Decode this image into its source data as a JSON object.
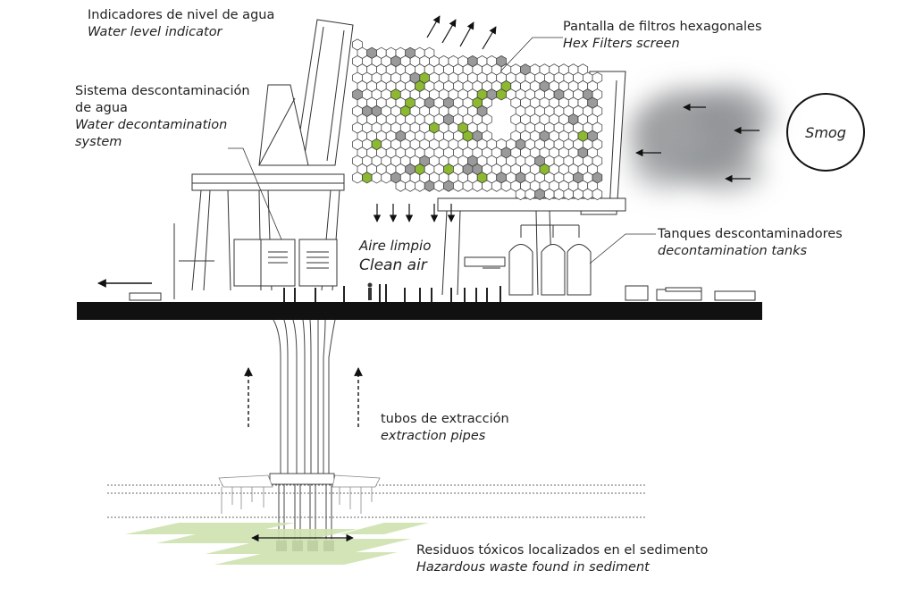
{
  "labels": {
    "water_level": {
      "es": "Indicadores de nivel de agua",
      "en": "Water level indicator"
    },
    "decontamination": {
      "es_line1": "Sistema descontaminación",
      "es_line2": "de agua",
      "en_line1": "Water  decontamination",
      "en_line2": "system"
    },
    "hex_filters": {
      "es": "Pantalla de filtros hexagonales",
      "en": "Hex Filters screen"
    },
    "smog": "Smog",
    "clean_air": {
      "es": "Aire limpio",
      "en": "Clean air"
    },
    "tanks": {
      "es": "Tanques descontaminadores",
      "en": "decontamination tanks"
    },
    "pipes": {
      "es": "tubos de extracción",
      "en": "extraction pipes"
    },
    "waste": {
      "es": "Residuos tóxicos localizados en el sedimento",
      "en": "Hazardous waste found in sediment"
    }
  },
  "colors": {
    "ink": "#222222",
    "ground": "#111111",
    "hex_green": "#8db832",
    "hex_grey": "#9a9a9a",
    "sediment_green": "#cfe3b0",
    "smog": "#8a8d90"
  }
}
